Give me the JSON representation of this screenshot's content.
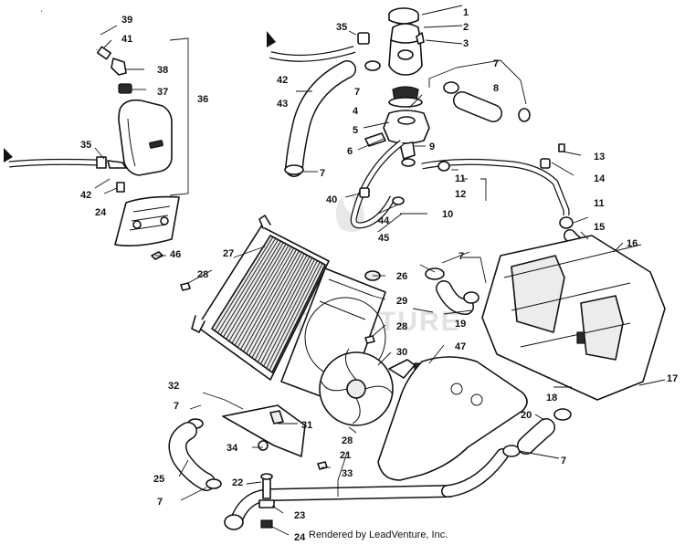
{
  "callouts": {
    "c1": "1",
    "c2": "2",
    "c3": "3",
    "c4": "4",
    "c5": "5",
    "c6": "6",
    "c7": "7",
    "c8": "8",
    "c9": "9",
    "c10": "10",
    "c11": "11",
    "c12": "12",
    "c13": "13",
    "c14": "14",
    "c15": "15",
    "c16": "16",
    "c17": "17",
    "c18": "18",
    "c19": "19",
    "c20": "20",
    "c21": "21",
    "c22": "22",
    "c23": "23",
    "c24": "24",
    "c25": "25",
    "c26": "26",
    "c27": "27",
    "c28": "28",
    "c29": "29",
    "c30": "30",
    "c31": "31",
    "c32": "32",
    "c33": "33",
    "c34": "34",
    "c35": "35",
    "c36": "36",
    "c37": "37",
    "c38": "38",
    "c39": "39",
    "c40": "40",
    "c41": "41",
    "c42": "42",
    "c43": "43",
    "c44": "44",
    "c45": "45",
    "c46": "46",
    "c47": "47"
  },
  "watermark": "ADVENTURE",
  "footer": "Rendered by LeadVenture, Inc."
}
